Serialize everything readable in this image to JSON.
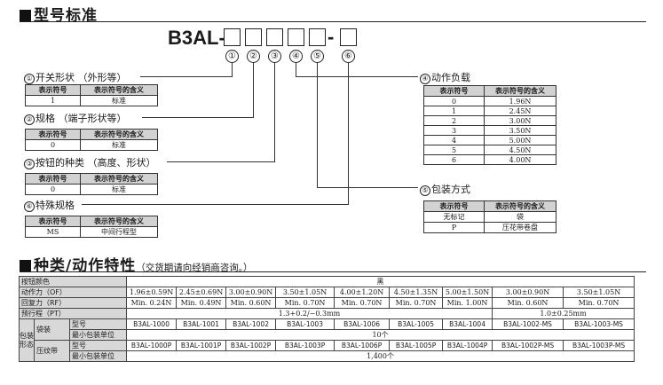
{
  "sections": {
    "model_standard": "型号标准",
    "types_title": "种类/动作特性",
    "types_note": "（交货期请向经销商咨询。）"
  },
  "model": {
    "prefix": "B3AL-",
    "dash": "-",
    "positions": [
      "①",
      "②",
      "③",
      "④",
      "⑤",
      "⑥"
    ]
  },
  "callouts": {
    "c1": {
      "num": "①",
      "text": "开关形状 （外形等）"
    },
    "c2": {
      "num": "②",
      "text": "规格 （端子形状等）"
    },
    "c3": {
      "num": "③",
      "text": "按钮的种类 （高度、形状）"
    },
    "c6": {
      "num": "⑥",
      "text": "特殊规格"
    },
    "c4": {
      "num": "④",
      "text": "动作负载"
    },
    "c5": {
      "num": "⑤",
      "text": "包装方式"
    }
  },
  "code_tables": {
    "header": [
      "表示符号",
      "表示符号的含义"
    ],
    "t1": [
      [
        "1",
        "标准"
      ]
    ],
    "t2": [
      [
        "0",
        "标准"
      ]
    ],
    "t3": [
      [
        "0",
        "标准"
      ]
    ],
    "t6": [
      [
        "MS",
        "中间行程型"
      ]
    ],
    "t4": [
      [
        "0",
        "1.96N"
      ],
      [
        "1",
        "2.45N"
      ],
      [
        "2",
        "3.00N"
      ],
      [
        "3",
        "3.50N"
      ],
      [
        "4",
        "5.00N"
      ],
      [
        "5",
        "4.50N"
      ],
      [
        "6",
        "4.00N"
      ]
    ],
    "t5": [
      [
        "无标记",
        "袋"
      ],
      [
        "P",
        "压花带卷盘"
      ]
    ]
  },
  "spec": {
    "labels": {
      "color": "按钮颜色",
      "of": "动作力（OF）",
      "rf": "回复力（RF）",
      "pt": "预行程（PT）",
      "pack": "包装形态",
      "bag": "袋装",
      "reel": "压纹带",
      "model": "型号",
      "minpack": "最小包装单位"
    },
    "color_value": "黑",
    "of": [
      "1.96±0.59N",
      "2.45±0.69N",
      "3.00±0.90N",
      "3.50±1.05N",
      "4.00±1.20N",
      "4.50±1.35N",
      "5.00±1.50N",
      "3.00±0.90N",
      "3.50±1.05N"
    ],
    "rf": [
      "Min. 0.24N",
      "Min. 0.49N",
      "Min. 0.60N",
      "Min. 0.70N",
      "Min. 0.70N",
      "Min. 0.70N",
      "Min. 1.00N",
      "Min. 0.60N",
      "Min. 0.70N"
    ],
    "pt_std": "1.3+0.2/−0.3mm",
    "pt_ms": "1.0±0.25mm",
    "bag_models": [
      "B3AL-1000",
      "B3AL-1001",
      "B3AL-1002",
      "B3AL-1003",
      "B3AL-1006",
      "B3AL-1005",
      "B3AL-1004",
      "B3AL-1002-MS",
      "B3AL-1003-MS"
    ],
    "bag_min": "10个",
    "reel_models": [
      "B3AL-1000P",
      "B3AL-1001P",
      "B3AL-1002P",
      "B3AL-1003P",
      "B3AL-1006P",
      "B3AL-1005P",
      "B3AL-1004P",
      "B3AL-1002P-MS",
      "B3AL-1003P-MS"
    ],
    "reel_min": "1,400个"
  }
}
